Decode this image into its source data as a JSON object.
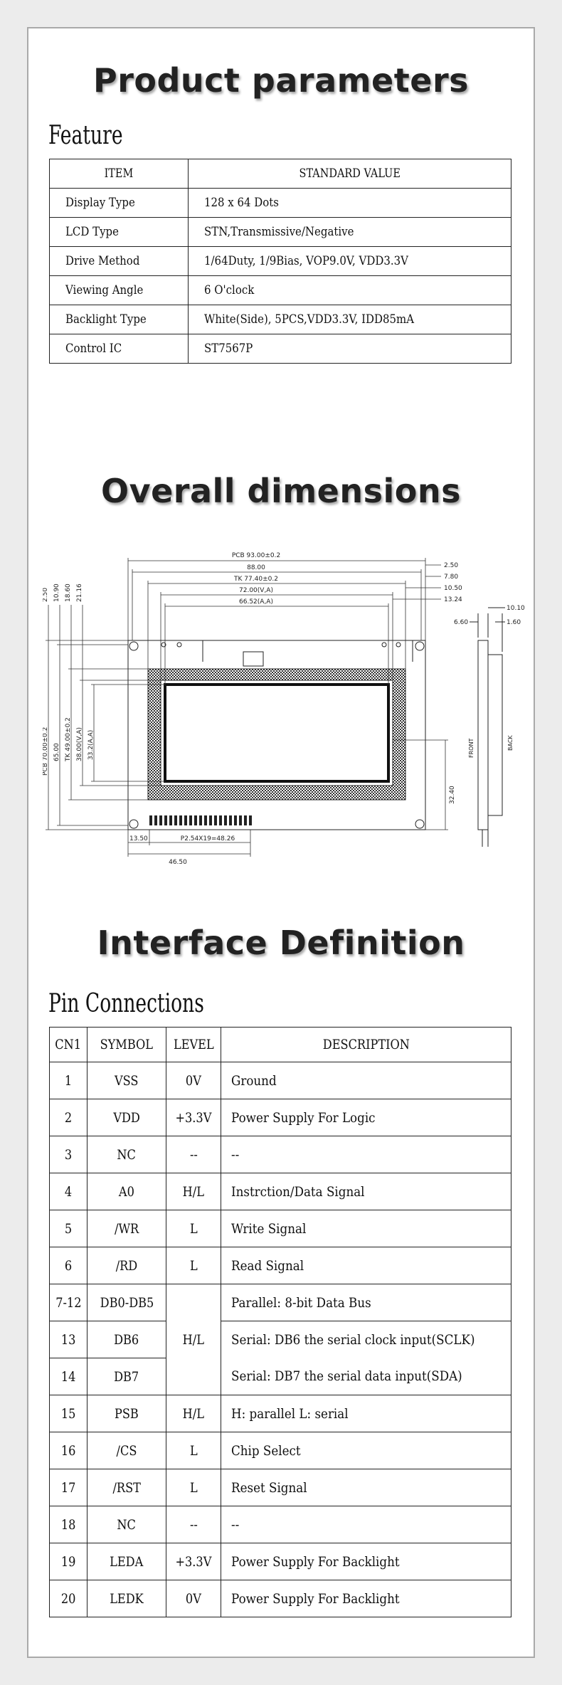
{
  "headings": {
    "product": "Product parameters",
    "overall": "Overall dimensions",
    "interface": "Interface Definition"
  },
  "feature": {
    "title": "Feature",
    "col_item": "ITEM",
    "col_value": "STANDARD VALUE",
    "rows": [
      {
        "item": "Display Type",
        "value": "128 x 64 Dots"
      },
      {
        "item": "LCD Type",
        "value": "STN,Transmissive/Negative"
      },
      {
        "item": "Drive Method",
        "value": "1/64Duty, 1/9Bias, VOP9.0V, VDD3.3V"
      },
      {
        "item": "Viewing Angle",
        "value": "6 O'clock"
      },
      {
        "item": "Backlight Type",
        "value": "White(Side), 5PCS,VDD3.3V, IDD85mA"
      },
      {
        "item": "Control IC",
        "value": "ST7567P"
      }
    ]
  },
  "drawing": {
    "pcb_w": "PCB 93.00±0.2",
    "w_88": "88.00",
    "tk_w": "TK 77.40±0.2",
    "va_w": "72.00(V,A)",
    "aa_w": "66.52(A,A)",
    "r_250": "2.50",
    "r_780": "7.80",
    "r_1050": "10.50",
    "r_1324": "13.24",
    "t_250": "2.50",
    "t_1090": "10.90",
    "t_1860": "18.60",
    "t_2116": "21.16",
    "pcb_h": "PCB 70.00±0.2",
    "h_65": "65.00",
    "tk_h": "TK 49.00±0.2",
    "va_h": "38.00(V,A)",
    "aa_h": "33.2(A,A)",
    "h_3240": "32.40",
    "b_1350": "13.50",
    "b_pitch": "P2.54X19=48.26",
    "b_4650": "46.50",
    "s_660": "6.60",
    "s_1010": "10.10",
    "s_160": "1.60",
    "s_front": "FRONT",
    "s_back": "BACK"
  },
  "pins": {
    "title": "Pin Connections",
    "headers": {
      "cn": "CN1",
      "symbol": "SYMBOL",
      "level": "LEVEL",
      "desc": "DESCRIPTION"
    },
    "rows": [
      {
        "cn": "1",
        "symbol": "VSS",
        "level": "0V",
        "desc": "Ground"
      },
      {
        "cn": "2",
        "symbol": "VDD",
        "level": "+3.3V",
        "desc": "Power Supply For Logic"
      },
      {
        "cn": "3",
        "symbol": "NC",
        "level": "--",
        "desc": "--"
      },
      {
        "cn": "4",
        "symbol": "A0",
        "level": "H/L",
        "desc": "Instrction/Data Signal"
      },
      {
        "cn": "5",
        "symbol": "/WR",
        "level": "L",
        "desc": "Write Signal"
      },
      {
        "cn": "6",
        "symbol": "/RD",
        "level": "L",
        "desc": "Read Signal"
      },
      {
        "cn": "7-12",
        "symbol": "DB0-DB5",
        "level": "H/L",
        "desc": "Parallel: 8-bit Data Bus"
      },
      {
        "cn": "13",
        "symbol": "DB6",
        "desc": "Serial: DB6 the serial clock input(SCLK)"
      },
      {
        "cn": "14",
        "symbol": "DB7",
        "desc": "Serial: DB7 the serial data input(SDA)"
      },
      {
        "cn": "15",
        "symbol": "PSB",
        "level": "H/L",
        "desc": "H: parallel  L: serial"
      },
      {
        "cn": "16",
        "symbol": "/CS",
        "level": "L",
        "desc": "Chip Select"
      },
      {
        "cn": "17",
        "symbol": "/RST",
        "level": "L",
        "desc": "Reset Signal"
      },
      {
        "cn": "18",
        "symbol": "NC",
        "level": "--",
        "desc": "--"
      },
      {
        "cn": "19",
        "symbol": "LEDA",
        "level": "+3.3V",
        "desc": "Power Supply For Backlight"
      },
      {
        "cn": "20",
        "symbol": "LEDK",
        "level": "0V",
        "desc": "Power Supply For Backlight"
      }
    ]
  }
}
